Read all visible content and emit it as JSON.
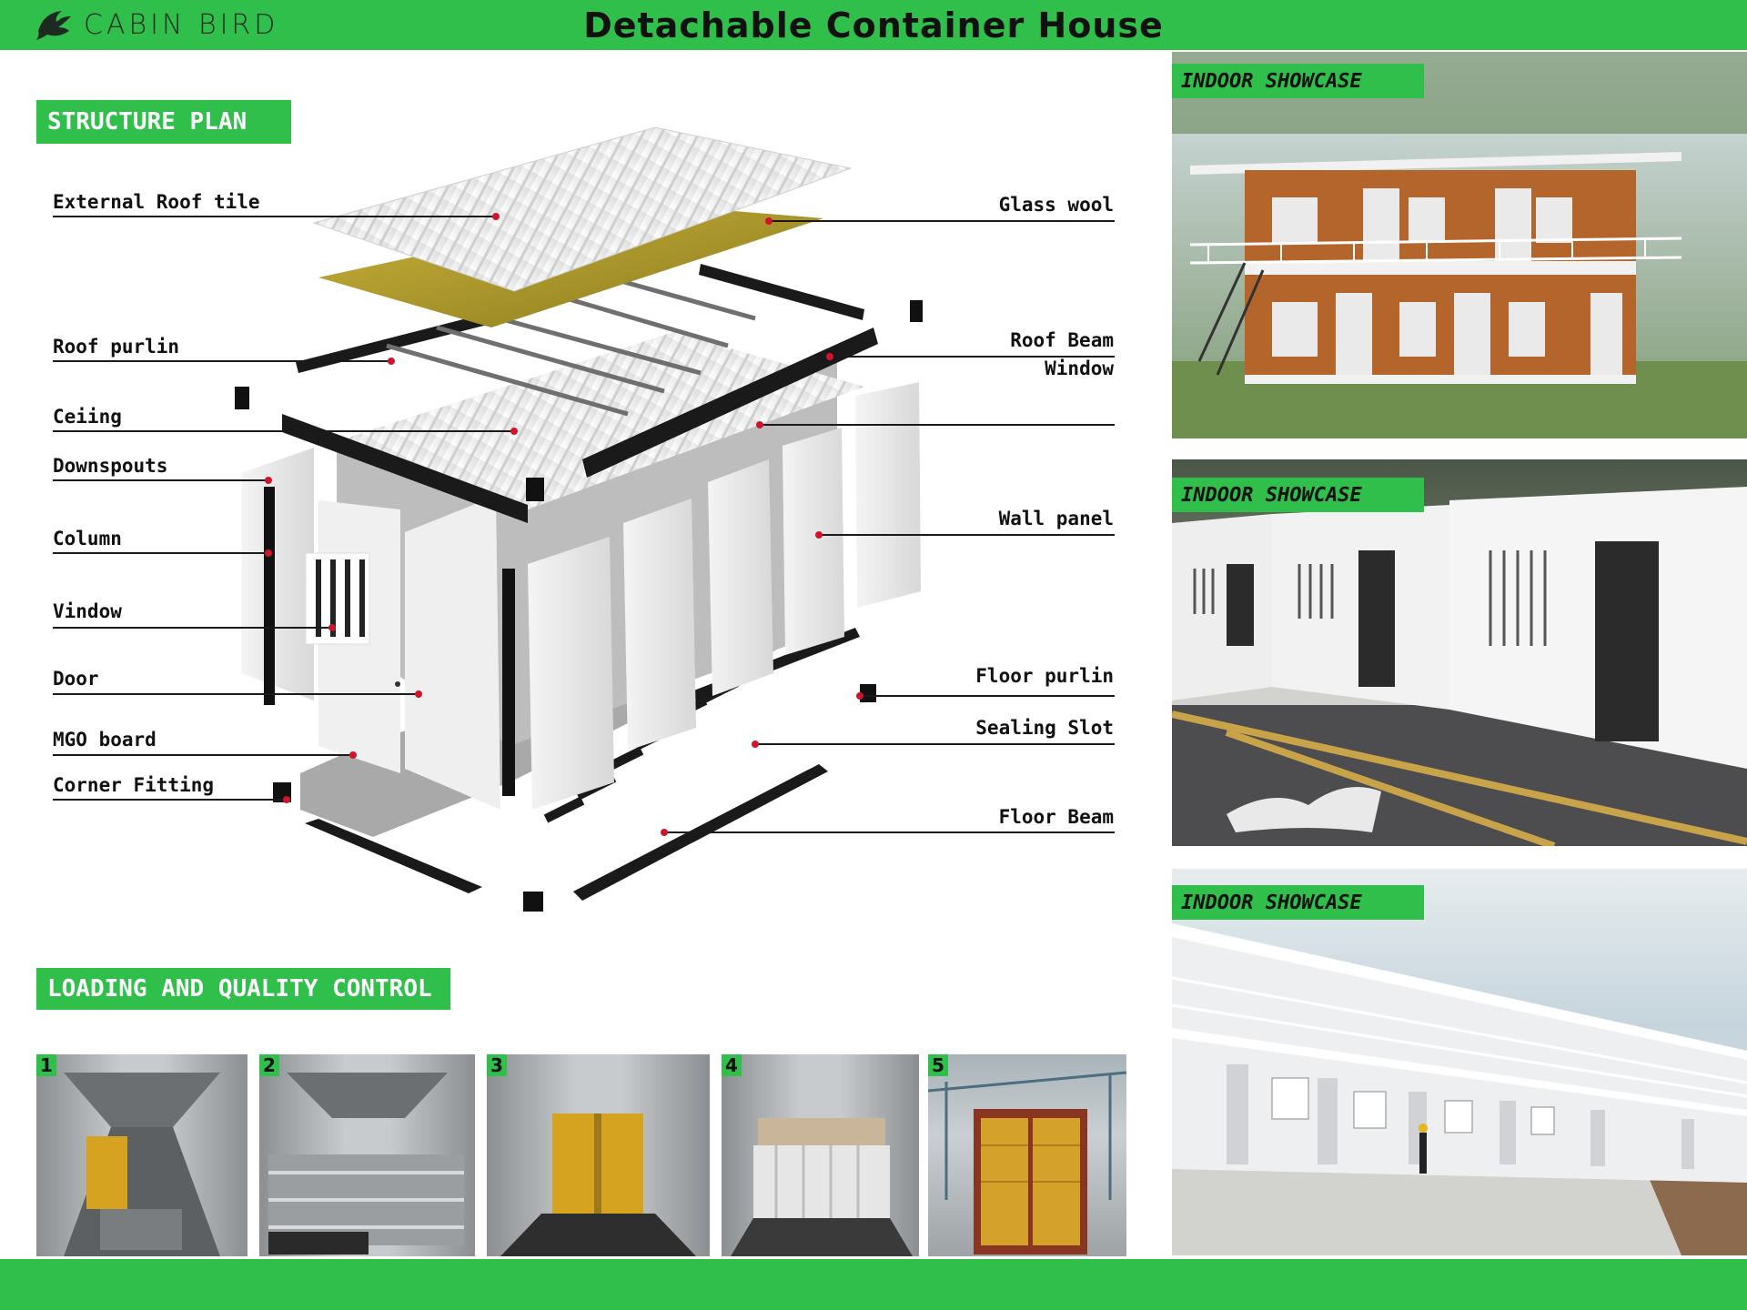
{
  "header": {
    "brand": "CABIN BIRD",
    "title": "Detachable Container House"
  },
  "sections": {
    "structure_plan": "STRUCTURE PLAN",
    "loading": "LOADING AND QUALITY CONTROL"
  },
  "labels_left": [
    "External Roof tile",
    "Roof purlin",
    "Ceiing",
    "Downspouts",
    "Column",
    "Vindow",
    "Door",
    "MGO board",
    "Corner Fitting"
  ],
  "labels_right": [
    "Glass wool",
    "Roof Beam",
    "Window",
    "Wall panel",
    "Floor purlin",
    "Sealing Slot",
    "Floor Beam"
  ],
  "showcase": [
    {
      "tag": "INDOOR SHOWCASE"
    },
    {
      "tag": "INDOOR SHOWCASE"
    },
    {
      "tag": "INDOOR SHOWCASE"
    }
  ],
  "steps": [
    "1",
    "2",
    "3",
    "4",
    "5"
  ],
  "colors": {
    "brand_green": "#2fbf4a",
    "leader_red": "#d0142c"
  }
}
